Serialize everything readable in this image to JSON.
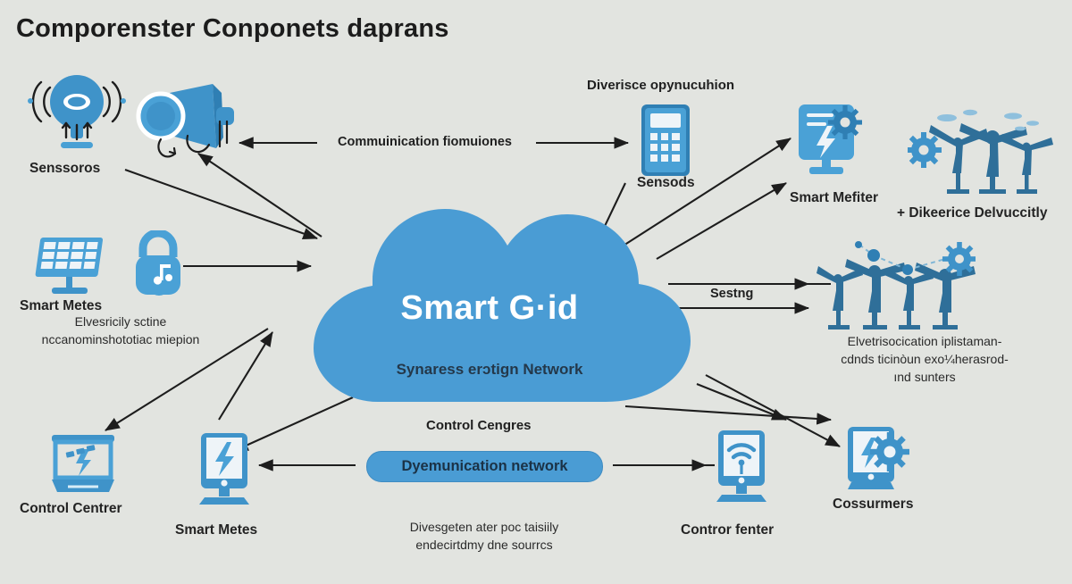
{
  "page": {
    "title": "Comporenster Conponets daprans",
    "background_color": "#e2e4e0",
    "accent_color": "#4a9cd4",
    "dark_accent_color": "#2a6b9c",
    "text_color": "#232323"
  },
  "center": {
    "title": "Smart G·id",
    "subtitle": "Synaress erɔtign Network"
  },
  "pill": {
    "label": "Dyemunication network"
  },
  "nodes": [
    {
      "id": "sensors",
      "label": "Senssoros",
      "icon": "sensor-wifi-icon"
    },
    {
      "id": "megaphone",
      "label": "",
      "icon": "megaphone-icon"
    },
    {
      "id": "smart-meter-l",
      "label": "Smart Metes",
      "icon": "solar-panel-icon"
    },
    {
      "id": "lock",
      "label": "",
      "icon": "lock-note-icon"
    },
    {
      "id": "control-center",
      "label": "Control Centrer",
      "icon": "control-panel-icon"
    },
    {
      "id": "smart-meter-b",
      "label": "Smart Metes",
      "icon": "tablet-bolt-icon"
    },
    {
      "id": "sensods",
      "label": "Sensods",
      "icon": "calculator-meter-icon"
    },
    {
      "id": "smart-meter-r",
      "label": "Smart Mefiter",
      "icon": "monitor-bolt-gear-icon"
    },
    {
      "id": "wind-top",
      "label": "+ Dikeerice Delvuccitly",
      "icon": "wind-turbines-icon"
    },
    {
      "id": "wind-right",
      "label": "",
      "icon": "wind-network-icon"
    },
    {
      "id": "control-fenter",
      "label": "Contror fenter",
      "icon": "tablet-wifi-icon"
    },
    {
      "id": "consumers",
      "label": "Cossurmers",
      "icon": "tablet-bolt-gear-icon"
    }
  ],
  "headings": {
    "diverisce": "Diverisce opynucuhion",
    "control_cengres": "Control Cengres"
  },
  "edge_labels": {
    "communication": "Commuinication fiomuiones",
    "sestng": "Sestng"
  },
  "captions": {
    "left": "Elvesricily sctine\nnccanominshototiac miepion",
    "right": "Elvetrisocication iplistaman-\ncdnds ticinòun exo¼herasrod-\nınd sunters",
    "bottom": "Divesgeten ater poc taisiily\nendecirtdmy dne sourrcs"
  }
}
